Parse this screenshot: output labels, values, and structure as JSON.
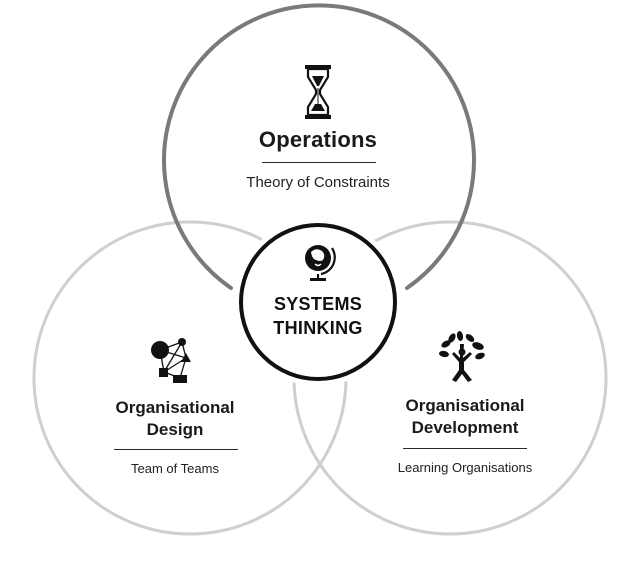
{
  "diagram": {
    "center": {
      "line1": "SYSTEMS",
      "line2": "THINKING",
      "icon": "globe-icon"
    },
    "top": {
      "title": "Operations",
      "subtitle": "Theory of Constraints",
      "icon": "hourglass-icon"
    },
    "left": {
      "title_line1": "Organisational",
      "title_line2": "Design",
      "subtitle": "Team of Teams",
      "icon": "network-shapes-icon"
    },
    "right": {
      "title_line1": "Organisational",
      "title_line2": "Development",
      "subtitle": "Learning Organisations",
      "icon": "growing-person-icon"
    },
    "colors": {
      "top_ring": "#7a7a7a",
      "side_rings": "#cfcfcf",
      "center_ring": "#111111",
      "text": "#1a1a1a"
    }
  }
}
